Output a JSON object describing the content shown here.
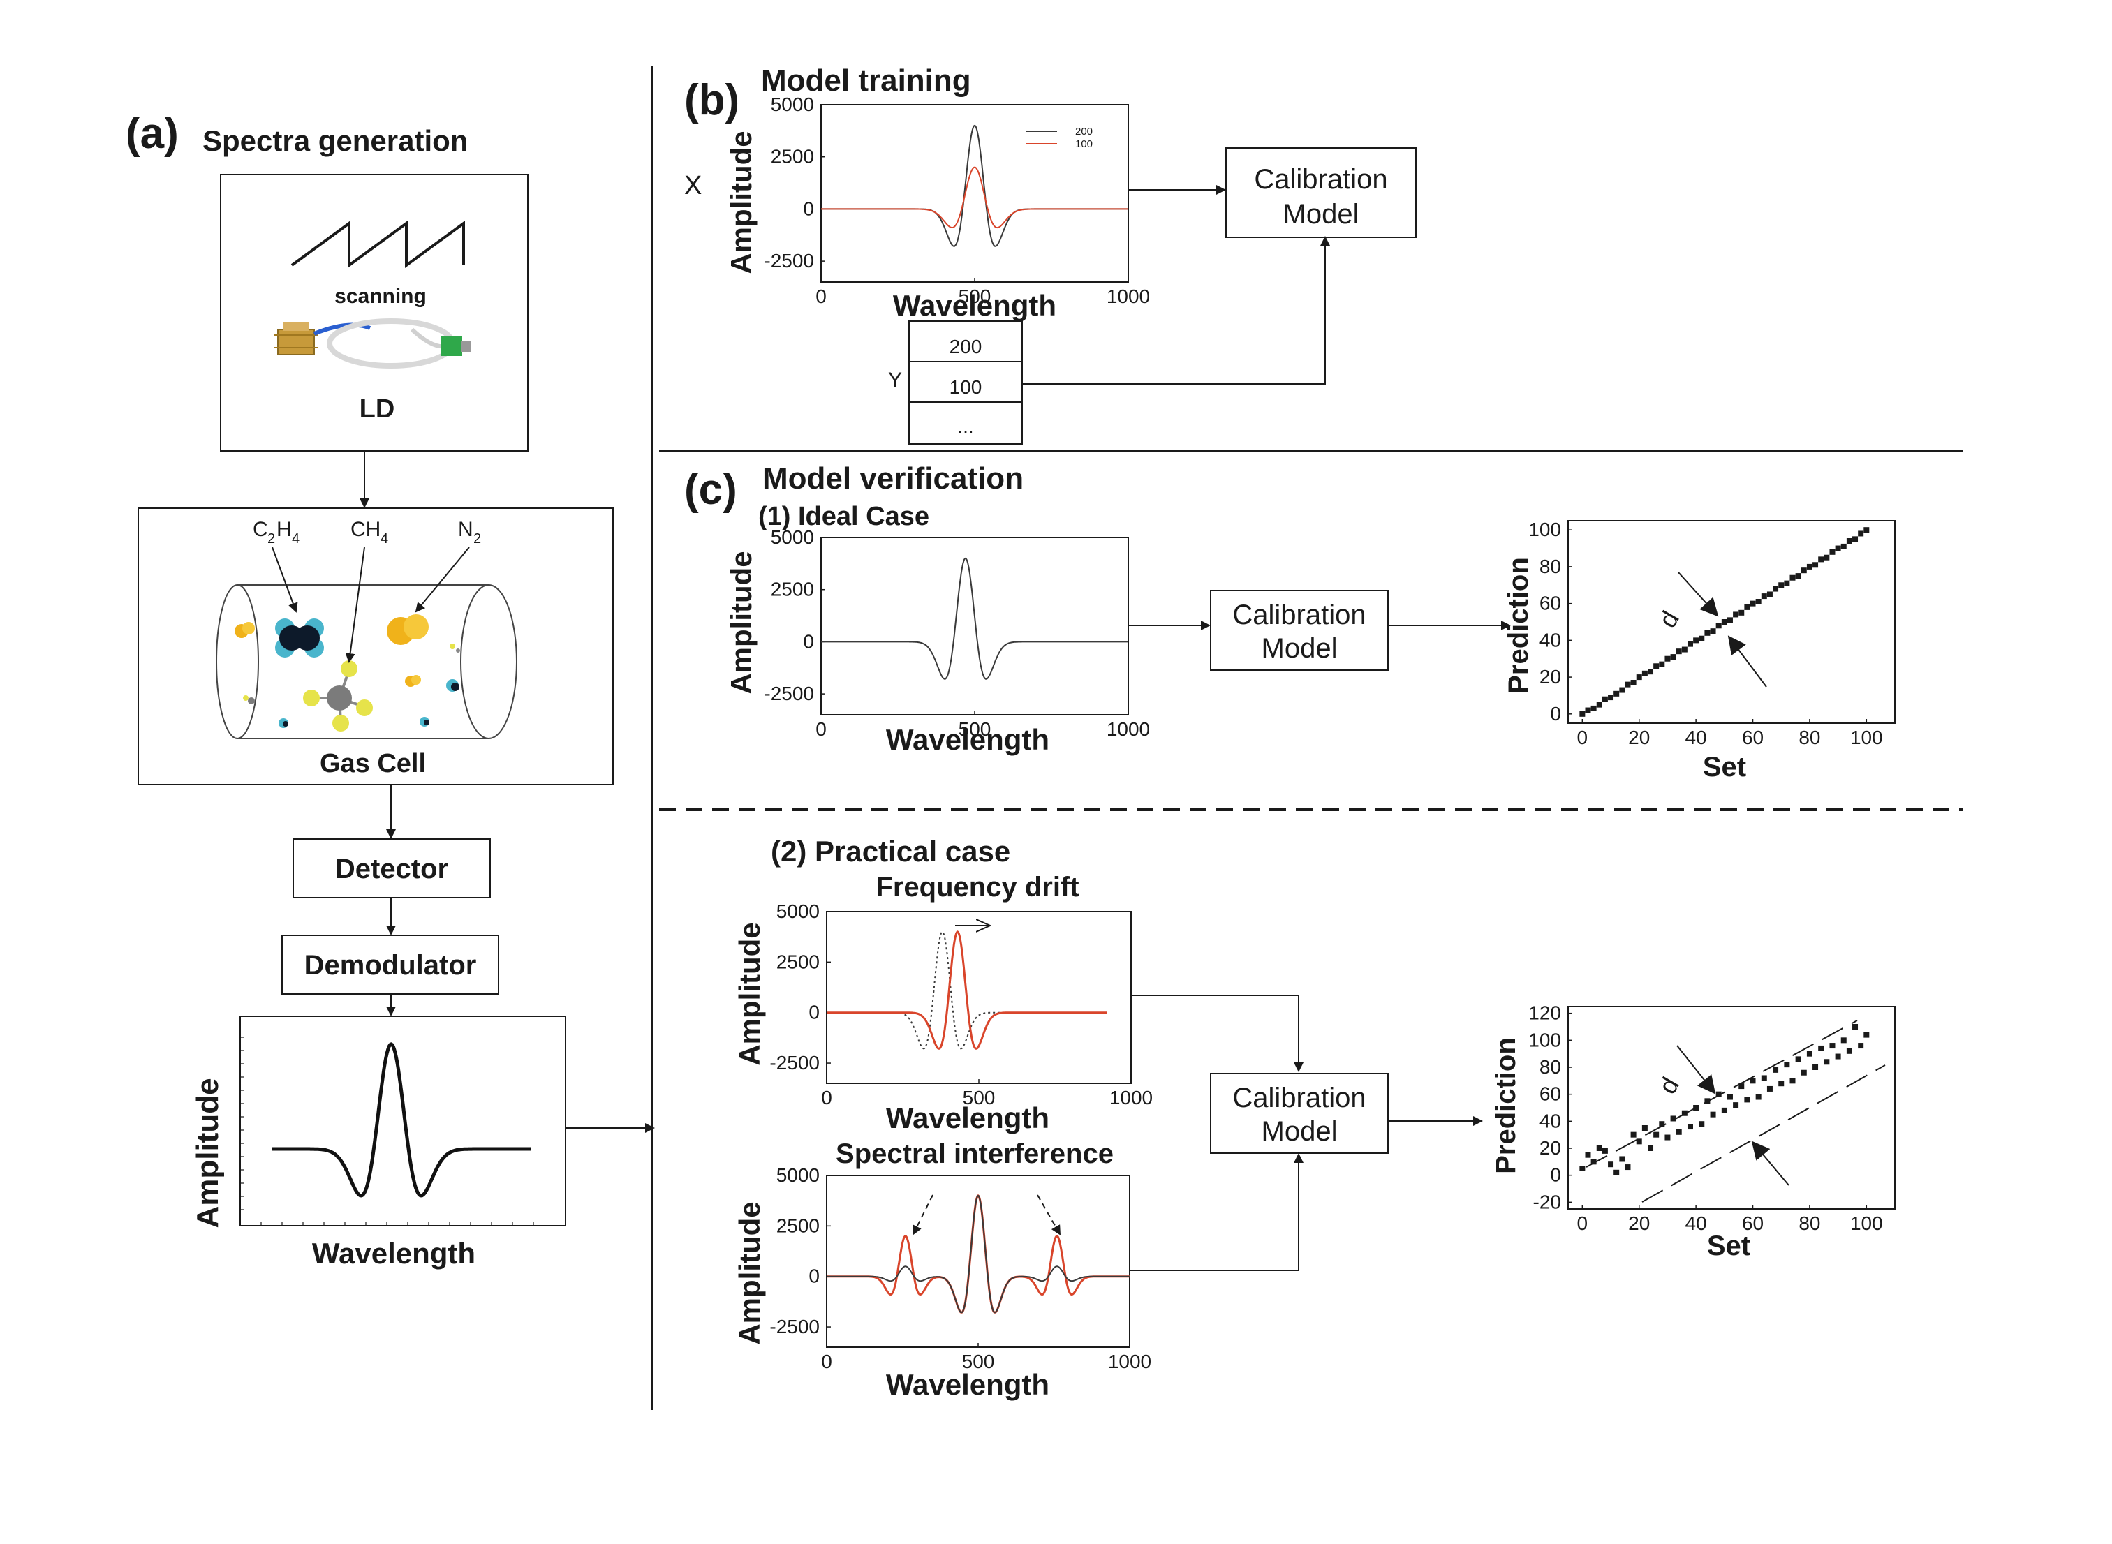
{
  "panel_a": {
    "letter": "(a)",
    "title": "Spectra generation",
    "scanning_label": "scanning",
    "ld_label": "LD",
    "gas_labels": {
      "c2h4_base": "C",
      "c2h4_sub1": "2",
      "c2h4_mid": "H",
      "c2h4_sub2": "4",
      "ch4_base": "CH",
      "ch4_sub": "4",
      "n2_base": "N",
      "n2_sub": "2"
    },
    "gas_cell_label": "Gas Cell",
    "detector_label": "Detector",
    "demodulator_label": "Demodulator",
    "spectrum_ylabel": "Amplitude",
    "spectrum_xlabel": "Wavelength"
  },
  "panel_b": {
    "letter": "(b)",
    "title": "Model training",
    "x_label": "X",
    "y_label": "Y",
    "table_rows": [
      "200",
      "100",
      "..."
    ],
    "calibration_line1": "Calibration",
    "calibration_line2": "Model",
    "legend": [
      "200",
      "100"
    ],
    "ylabel": "Amplitude",
    "xlabel": "Wavelength"
  },
  "panel_c": {
    "letter": "(c)",
    "title": "Model verification",
    "ideal_title": "(1) Ideal Case",
    "practical_title": "(2) Practical case",
    "freq_drift_title": "Frequency drift",
    "spectral_interf_title": "Spectral interference",
    "calibration_line1": "Calibration",
    "calibration_line2": "Model",
    "amp_ylabel": "Amplitude",
    "wl_xlabel": "Wavelength",
    "pred_ylabel": "Prediction",
    "set_xlabel": "Set",
    "d_label": "d"
  },
  "colors": {
    "black_curve": "#3a3a3a",
    "red_curve": "#d9452b",
    "scatter": "#1a1a1a"
  },
  "chart_data": [
    {
      "id": "training",
      "type": "line",
      "xlabel": "Wavelength",
      "ylabel": "Amplitude",
      "xlim": [
        0,
        1000
      ],
      "ylim": [
        -3500,
        5000
      ],
      "xticks": [
        "0",
        "500",
        "1000"
      ],
      "yticks": [
        "5000",
        "2500",
        "0",
        "-2500"
      ],
      "series": [
        {
          "name": "200",
          "amplitude": 4000,
          "center": 500,
          "color": "#3a3a3a"
        },
        {
          "name": "100",
          "amplitude": 2000,
          "center": 500,
          "color": "#d9452b"
        }
      ],
      "legend_position": "top-right"
    },
    {
      "id": "ideal",
      "type": "line",
      "xlabel": "Wavelength",
      "ylabel": "Amplitude",
      "xlim": [
        0,
        1000
      ],
      "ylim": [
        -3500,
        5000
      ],
      "xticks": [
        "0",
        "500",
        "1000"
      ],
      "yticks": [
        "5000",
        "2500",
        "0",
        "-2500"
      ],
      "series": [
        {
          "amplitude": 4000,
          "center": 470,
          "color": "#3a3a3a"
        }
      ]
    },
    {
      "id": "drift",
      "type": "line",
      "xlabel": "Wavelength",
      "ylabel": "Amplitude",
      "xlim": [
        0,
        1000
      ],
      "ylim": [
        -3500,
        5000
      ],
      "xticks": [
        "0",
        "500",
        "1000"
      ],
      "yticks": [
        "5000",
        "2500",
        "0",
        "-2500"
      ],
      "series": [
        {
          "amplitude": 4000,
          "center": 380,
          "color": "#3a3a3a",
          "dashed": true
        },
        {
          "amplitude": 4000,
          "center": 430,
          "color": "#d9452b"
        }
      ]
    },
    {
      "id": "interference",
      "type": "line",
      "xlabel": "Wavelength",
      "ylabel": "Amplitude",
      "xlim": [
        0,
        1000
      ],
      "ylim": [
        -3500,
        5000
      ],
      "xticks": [
        "0",
        "500",
        "1000"
      ],
      "yticks": [
        "5000",
        "2500",
        "0",
        "-2500"
      ],
      "series": [
        {
          "amplitude": 4000,
          "center": 500,
          "side_amplitude": 500,
          "color": "#3a3a3a"
        },
        {
          "amplitude": 4000,
          "center": 500,
          "side_amplitude": 2000,
          "color": "#d9452b"
        }
      ]
    },
    {
      "id": "ideal_scatter",
      "type": "scatter",
      "xlabel": "Set",
      "ylabel": "Prediction",
      "xlim": [
        -5,
        110
      ],
      "ylim": [
        -5,
        105
      ],
      "xticks": [
        "0",
        "20",
        "40",
        "60",
        "80",
        "100"
      ],
      "yticks": [
        "0",
        "20",
        "40",
        "60",
        "80",
        "100"
      ],
      "points": [
        [
          0,
          0
        ],
        [
          2,
          2
        ],
        [
          4,
          3
        ],
        [
          6,
          5
        ],
        [
          8,
          8
        ],
        [
          10,
          9
        ],
        [
          12,
          11
        ],
        [
          14,
          13
        ],
        [
          16,
          16
        ],
        [
          18,
          17
        ],
        [
          20,
          20
        ],
        [
          22,
          22
        ],
        [
          24,
          23
        ],
        [
          26,
          26
        ],
        [
          28,
          27
        ],
        [
          30,
          30
        ],
        [
          32,
          31
        ],
        [
          34,
          34
        ],
        [
          36,
          35
        ],
        [
          38,
          38
        ],
        [
          40,
          40
        ],
        [
          42,
          41
        ],
        [
          44,
          44
        ],
        [
          46,
          45
        ],
        [
          48,
          48
        ],
        [
          50,
          50
        ],
        [
          52,
          51
        ],
        [
          54,
          54
        ],
        [
          56,
          55
        ],
        [
          58,
          58
        ],
        [
          60,
          60
        ],
        [
          62,
          61
        ],
        [
          64,
          64
        ],
        [
          66,
          65
        ],
        [
          68,
          68
        ],
        [
          70,
          70
        ],
        [
          72,
          71
        ],
        [
          74,
          74
        ],
        [
          76,
          75
        ],
        [
          78,
          78
        ],
        [
          80,
          80
        ],
        [
          82,
          81
        ],
        [
          84,
          84
        ],
        [
          86,
          85
        ],
        [
          88,
          88
        ],
        [
          90,
          90
        ],
        [
          92,
          91
        ],
        [
          94,
          94
        ],
        [
          96,
          95
        ],
        [
          98,
          98
        ],
        [
          100,
          100
        ]
      ]
    },
    {
      "id": "practical_scatter",
      "type": "scatter",
      "xlabel": "Set",
      "ylabel": "Prediction",
      "xlim": [
        -5,
        110
      ],
      "ylim": [
        -25,
        125
      ],
      "xticks": [
        "0",
        "20",
        "40",
        "60",
        "80",
        "100"
      ],
      "yticks": [
        "120",
        "100",
        "80",
        "60",
        "40",
        "20",
        "0",
        "-20"
      ],
      "points": [
        [
          0,
          5
        ],
        [
          2,
          15
        ],
        [
          4,
          10
        ],
        [
          6,
          20
        ],
        [
          8,
          18
        ],
        [
          10,
          8
        ],
        [
          12,
          2
        ],
        [
          14,
          12
        ],
        [
          16,
          6
        ],
        [
          18,
          30
        ],
        [
          20,
          25
        ],
        [
          22,
          35
        ],
        [
          24,
          20
        ],
        [
          26,
          30
        ],
        [
          28,
          38
        ],
        [
          30,
          28
        ],
        [
          32,
          42
        ],
        [
          34,
          32
        ],
        [
          36,
          46
        ],
        [
          38,
          36
        ],
        [
          40,
          50
        ],
        [
          42,
          38
        ],
        [
          44,
          55
        ],
        [
          46,
          45
        ],
        [
          48,
          60
        ],
        [
          50,
          48
        ],
        [
          52,
          58
        ],
        [
          54,
          52
        ],
        [
          56,
          66
        ],
        [
          58,
          56
        ],
        [
          60,
          70
        ],
        [
          62,
          58
        ],
        [
          64,
          72
        ],
        [
          66,
          64
        ],
        [
          68,
          78
        ],
        [
          70,
          68
        ],
        [
          72,
          82
        ],
        [
          74,
          70
        ],
        [
          76,
          86
        ],
        [
          78,
          76
        ],
        [
          80,
          90
        ],
        [
          82,
          80
        ],
        [
          84,
          94
        ],
        [
          86,
          84
        ],
        [
          88,
          96
        ],
        [
          90,
          88
        ],
        [
          92,
          100
        ],
        [
          94,
          92
        ],
        [
          96,
          110
        ],
        [
          98,
          96
        ],
        [
          100,
          104
        ]
      ]
    }
  ]
}
